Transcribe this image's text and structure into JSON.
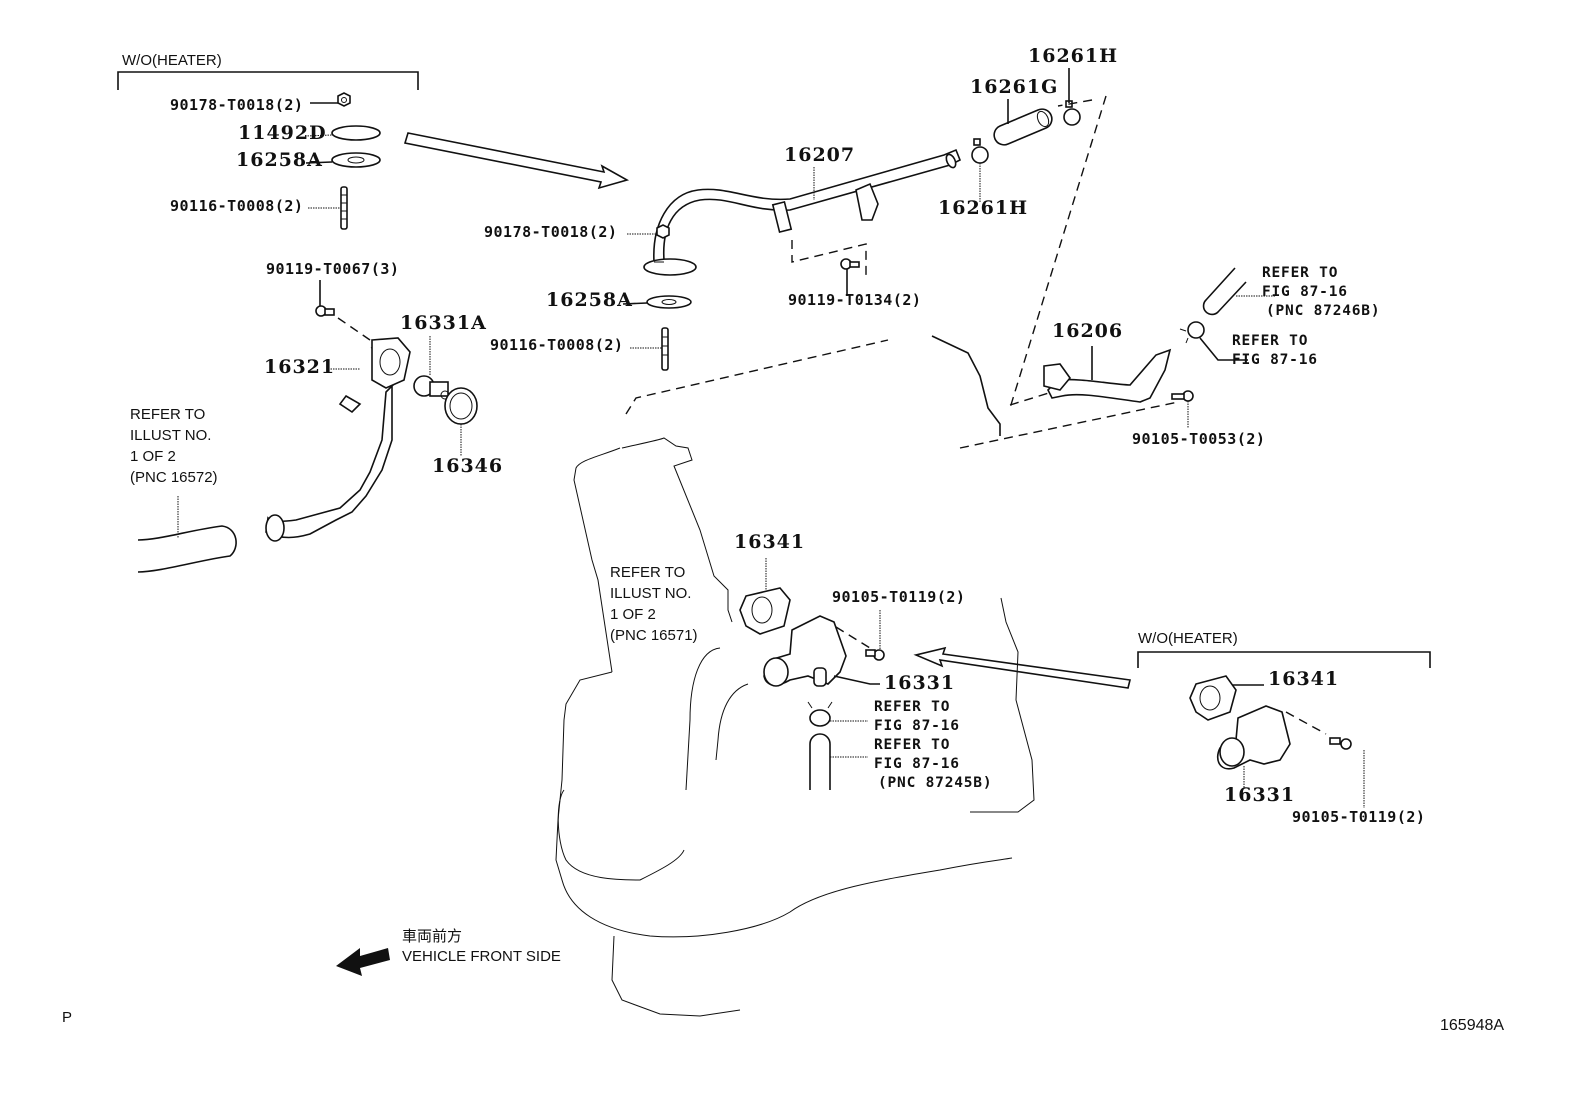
{
  "diagram": {
    "title_ref": "165948A",
    "page_marker": "P",
    "orientation": {
      "japanese": "車両前方",
      "english": "VEHICLE FRONT SIDE",
      "icon": "arrow-left-icon"
    },
    "groups": [
      {
        "id": "wo-heater-top",
        "label": "W/O(HEATER)"
      },
      {
        "id": "wo-heater-bottom",
        "label": "W/O(HEATER)"
      }
    ],
    "parts": {
      "p_90178_t0018_a": "90178-T0018(2)",
      "p_11492d": "11492D",
      "p_16258a_a": "16258A",
      "p_90116_t0008_a": "90116-T0008(2)",
      "p_16207": "16207",
      "p_90178_t0018_b": "90178-T0018(2)",
      "p_16258a_b": "16258A",
      "p_90116_t0008_b": "90116-T0008(2)",
      "p_90119_t0134": "90119-T0134(2)",
      "p_16261h_top": "16261H",
      "p_16261g": "16261G",
      "p_16261h_bottom": "16261H",
      "p_16206": "16206",
      "p_90105_t0053": "90105-T0053(2)",
      "p_90119_t0067": "90119-T0067(3)",
      "p_16331a": "16331A",
      "p_16321": "16321",
      "p_16346": "16346",
      "p_16341_a": "16341",
      "p_90105_t0119_a": "90105-T0119(2)",
      "p_16331_a": "16331",
      "p_16341_b": "16341",
      "p_16331_b": "16331",
      "p_90105_t0119_b": "90105-T0119(2)"
    },
    "references": {
      "refer_illust_16572": [
        "REFER TO",
        "ILLUST NO.",
        "1 OF 2",
        "(PNC 16572)"
      ],
      "refer_illust_16571": [
        "REFER TO",
        "ILLUST NO.",
        "1 OF 2",
        "(PNC 16571)"
      ],
      "refer_fig_87246b": [
        "REFER TO",
        "FIG 87-16",
        "(PNC 87246B)"
      ],
      "refer_fig_clamp_top": [
        "REFER TO",
        "FIG 87-16"
      ],
      "refer_fig_clamp_bottom": [
        "REFER TO",
        "FIG 87-16"
      ],
      "refer_fig_87245b": [
        "REFER TO",
        "FIG 87-16",
        "(PNC 87245B)"
      ]
    }
  }
}
